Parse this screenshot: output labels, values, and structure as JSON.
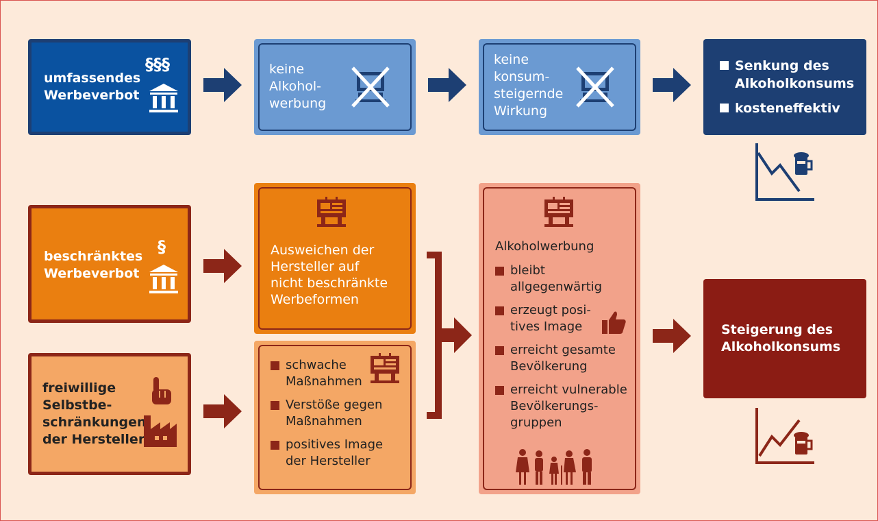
{
  "row1": {
    "box1": {
      "lines": [
        "umfassendes",
        "Werbeverbot"
      ],
      "paragraph": "§§§"
    },
    "box2": {
      "lines": [
        "keine",
        "Alkohol-",
        "werbung"
      ]
    },
    "box3": {
      "lines": [
        "keine",
        "konsum-",
        "steigernde",
        "Wirkung"
      ]
    },
    "box4": {
      "items": [
        "Senkung des",
        "Alkoholkonsums",
        "kosteneffektiv"
      ]
    }
  },
  "row2": {
    "box1": {
      "lines": [
        "beschränktes",
        "Werbeverbot"
      ],
      "paragraph": "§"
    },
    "box2": {
      "lines": [
        "Ausweichen der",
        "Hersteller auf",
        "nicht beschränkte",
        "Werbeformen"
      ]
    }
  },
  "row3": {
    "box1": {
      "lines": [
        "freiwillige",
        "Selbstbe-",
        "schränkungen",
        "der Hersteller"
      ]
    },
    "box2": {
      "items": [
        {
          "l1": "schwache",
          "l2": "Maßnahmen"
        },
        {
          "l1": "Verstöße gegen",
          "l2": "Maßnahmen"
        },
        {
          "l1": "positives Image",
          "l2": "der Hersteller"
        }
      ]
    }
  },
  "merge": {
    "heading": "Alkoholwerbung",
    "items": [
      {
        "l1": "bleibt",
        "l2": "allgegenwärtig"
      },
      {
        "l1": "erzeugt posi-",
        "l2": "tives Image"
      },
      {
        "l1": "erreicht gesamte",
        "l2": "Bevölkerung"
      },
      {
        "l1": "erreicht vulnerable",
        "l2": "Bevölkerungs-",
        "l3": "gruppen"
      }
    ]
  },
  "result": {
    "lines": [
      "Steigerung des",
      "Alkoholkonsums"
    ]
  },
  "colors": {
    "background": "#fdeada",
    "frame": "#d9534f",
    "navy": "#1d3f73",
    "blue": "#0a52a0",
    "light_blue": "#6b9ad2",
    "orange": "#ea7f10",
    "light_orange": "#f4a765",
    "salmon": "#f2a28a",
    "dark_red": "#8b1c14",
    "brown_red": "#8c2618"
  }
}
